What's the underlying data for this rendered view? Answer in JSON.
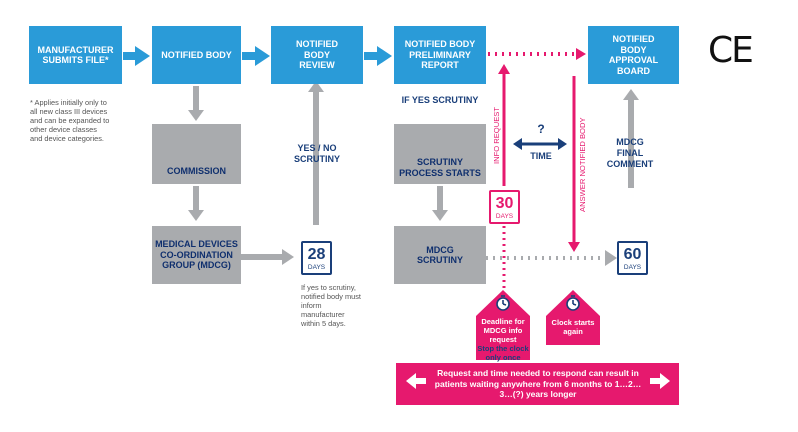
{
  "boxes": {
    "manufacturer": "MANUFACTURER SUBMITS FILE*",
    "notified_body": "NOTIFIED BODY",
    "notified_body_review": "NOTIFIED BODY REVIEW",
    "preliminary_report": "NOTIFIED BODY PRELIMINARY REPORT",
    "approval_board": "NOTIFIED BODY APPROVAL BOARD",
    "commission": "COMMISSION",
    "mdcg_group": "MEDICAL DEVICES CO-ORDINATION GROUP (MDCG)",
    "scrutiny_starts": "SCRUTINY PROCESS STARTS",
    "mdcg_scrutiny": "MDCG SCRUTINY"
  },
  "labels": {
    "if_yes_scrutiny": "IF YES SCRUTINY",
    "yes_no_scrutiny": "YES / NO SCRUTINY",
    "info_request": "INFO REQUEST",
    "answer_notified_body": "ANSWER NOTIFIED BODY",
    "question_mark": "?",
    "time": "TIME",
    "mdcg_final_comment": "MDCG FINAL COMMENT",
    "ce_mark": "CE"
  },
  "calendars": {
    "c28": {
      "number": "28",
      "unit": "DAYS"
    },
    "c30": {
      "number": "30",
      "unit": "DAYS"
    },
    "c60": {
      "number": "60",
      "unit": "DAYS"
    }
  },
  "notes": {
    "applies": "* Applies initially only to all new class III devices and can be expanded to other device classes and device categories.",
    "inform": "If yes to scrutiny, notified body must inform manufacturer within 5 days."
  },
  "tags": {
    "deadline_line1": "Deadline for MDCG info request",
    "deadline_line2": "Stop the clock only once",
    "clock_restarts": "Clock starts again"
  },
  "banner": "Request and time needed to respond can result in patients waiting anywhere from 6 months to 1…2…3…(?) years longer",
  "colors": {
    "blue": "#2a9bd8",
    "grey": "#a9abae",
    "navy": "#1a3f7a",
    "pink": "#e6196e"
  }
}
